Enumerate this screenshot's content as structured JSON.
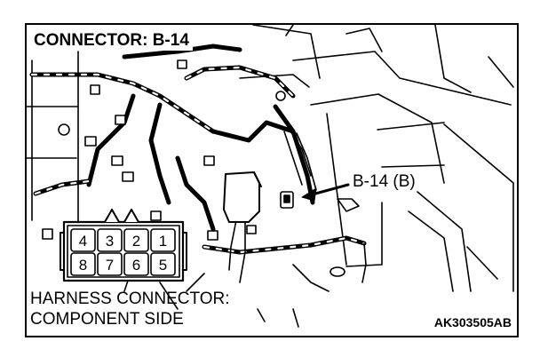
{
  "header": {
    "title": "CONNECTOR: B-14"
  },
  "callout": {
    "label": "B-14 (B)"
  },
  "connector_face": {
    "top_row": [
      "4",
      "3",
      "2",
      "1"
    ],
    "bottom_row": [
      "8",
      "7",
      "6",
      "5"
    ]
  },
  "caption": {
    "line1": "HARNESS CONNECTOR:",
    "line2": "COMPONENT SIDE"
  },
  "figure_code": "AK303505AB"
}
